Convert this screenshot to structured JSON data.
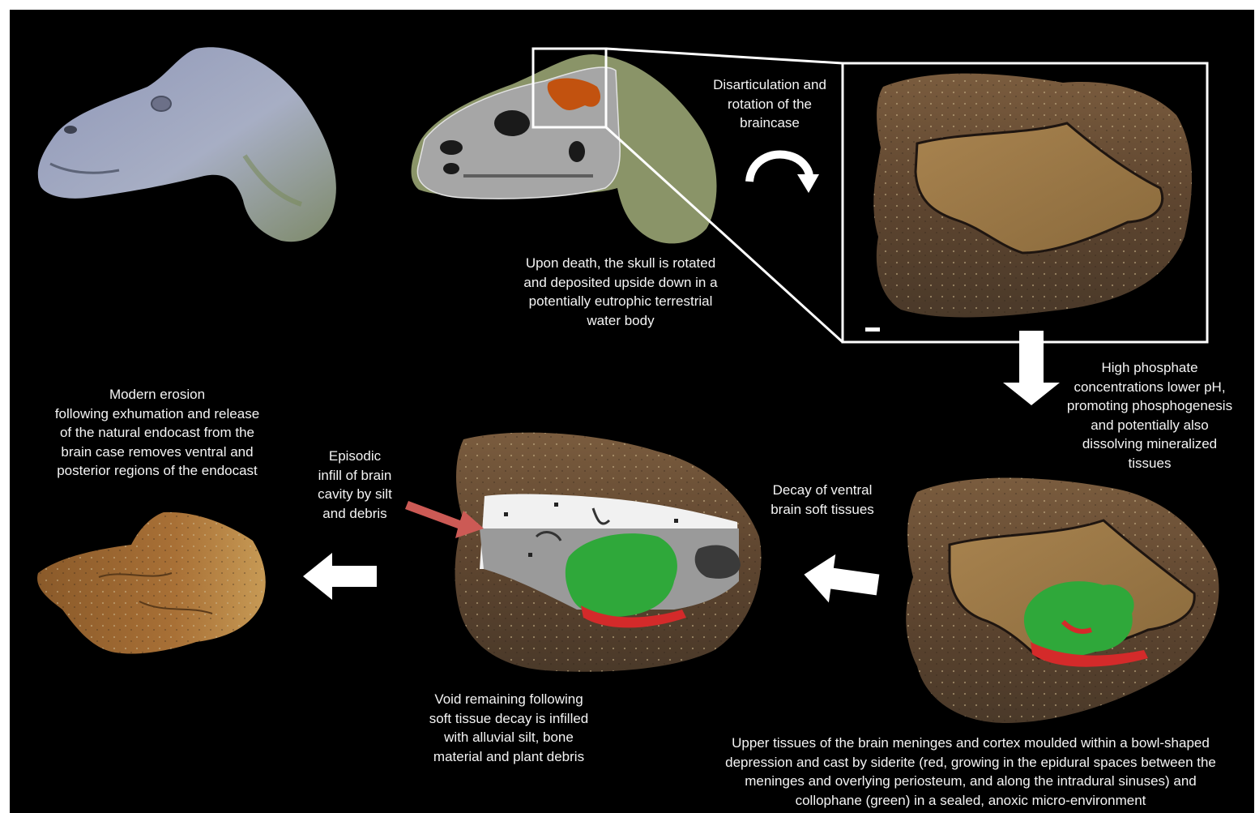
{
  "captions": {
    "disarticulation": [
      "Disarticulation and",
      "rotation of the",
      "braincase"
    ],
    "upon_death": [
      "Upon death, the skull is rotated",
      "and deposited upside down in a",
      "potentially eutrophic terrestrial",
      "water body"
    ],
    "phosphate": [
      "High phosphate",
      "concentrations lower pH,",
      "promoting phosphogenesis",
      "and potentially also",
      "dissolving mineralized",
      "tissues"
    ],
    "modern_erosion": [
      "Modern erosion",
      "following exhumation and release",
      "of the natural endocast from the",
      "brain case removes ventral and",
      "posterior regions of the endocast"
    ],
    "episodic": [
      "Episodic",
      "infill of brain",
      "cavity by silt",
      "and debris"
    ],
    "decay": [
      "Decay of ventral",
      "brain soft tissues"
    ],
    "void": [
      "Void remaining following",
      "soft tissue decay is infilled",
      "with alluvial silt, bone",
      "material and plant debris"
    ],
    "upper_tissues": [
      "Upper tissues of the brain meninges and cortex moulded within a bowl-shaped",
      "depression and cast by siderite (red, growing in the epidural spaces between the",
      "meninges and overlying periosteum, and along the intradural sinuses) and",
      "collophane (green) in a sealed, anoxic micro-environment"
    ]
  },
  "colors": {
    "background": "#000000",
    "siderite_red": "#d42a2a",
    "collophane_green": "#2fa83a",
    "silt_white": "#f1f1f1",
    "silt_grey": "#9a9a9a",
    "infill_arrow": "#cc5a55"
  },
  "icons": [
    "rotate-clockwise-icon",
    "down-arrow-icon",
    "left-arrow-icon"
  ]
}
